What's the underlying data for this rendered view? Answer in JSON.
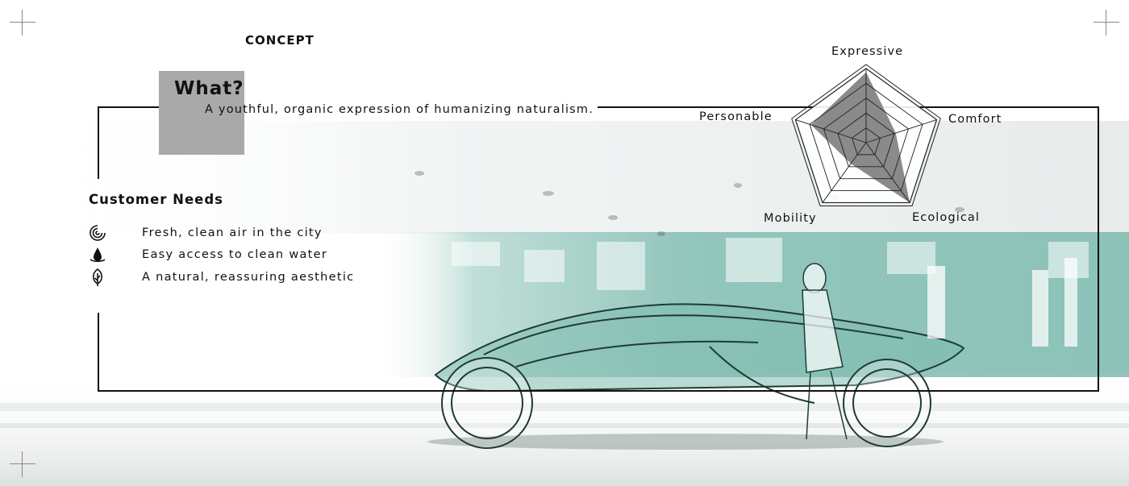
{
  "concept_label": "CONCEPT",
  "what": {
    "title": "What?",
    "description": "A youthful, organic expression of humanizing naturalism."
  },
  "customer_needs": {
    "title": "Customer Needs",
    "items": [
      {
        "icon": "air-swirl-icon",
        "text": "Fresh, clean air in the city"
      },
      {
        "icon": "water-drop-icon",
        "text": "Easy access to clean water"
      },
      {
        "icon": "leaf-icon",
        "text": "A natural, reassuring aesthetic"
      }
    ]
  },
  "radar": {
    "axes": [
      "Expressive",
      "Comfort",
      "Ecological",
      "Mobility",
      "Personable"
    ],
    "values": [
      0.95,
      0.42,
      1.0,
      0.35,
      0.78
    ],
    "levels": 5,
    "fill_color": "#8a8a8a"
  },
  "colors": {
    "teal": "#6fb3a6",
    "frame": "#111111",
    "gray_box": "#a9a9a9"
  }
}
